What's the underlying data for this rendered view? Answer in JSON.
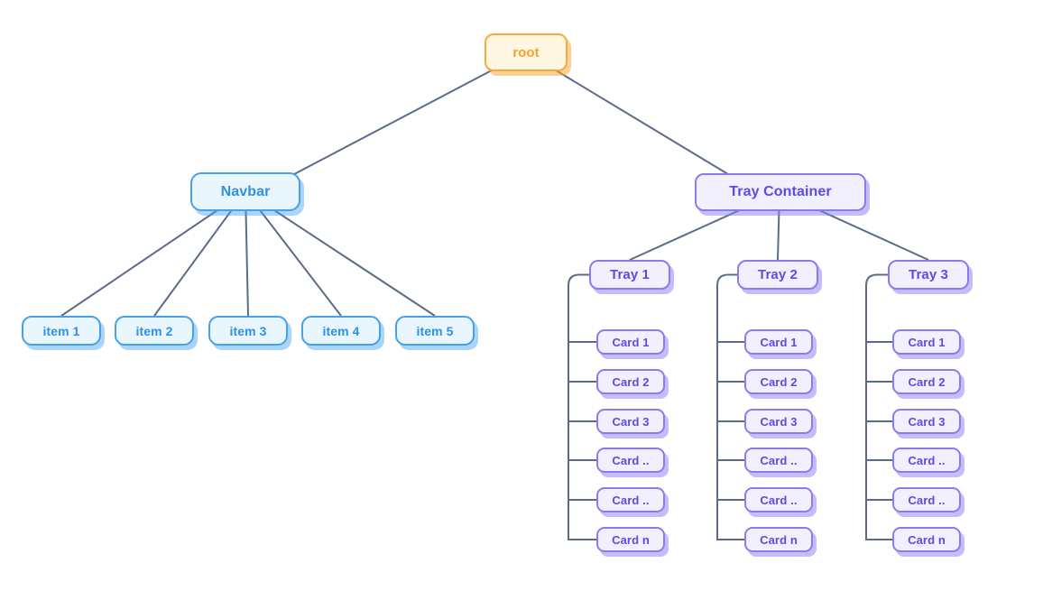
{
  "diagram": {
    "background_color": "#FFFFFF",
    "edge_color": "#5C6C88",
    "root": {
      "label": "root",
      "fill": "#FEF6E0",
      "border": "#F6AA3E",
      "text_color": "#F6A227"
    },
    "navbar": {
      "label": "Navbar",
      "fill": "#E9F6FE",
      "border": "#45A2EA",
      "text_color": "#2E90E7",
      "items": [
        {
          "label": "item 1"
        },
        {
          "label": "item 2"
        },
        {
          "label": "item 3"
        },
        {
          "label": "item 4"
        },
        {
          "label": "item 5"
        }
      ]
    },
    "tray_container": {
      "label": "Tray Container",
      "fill": "#F2F0FE",
      "border": "#8A7BF1",
      "text_color": "#5C4BE3",
      "trays": [
        {
          "label": "Tray 1",
          "cards": [
            {
              "label": "Card 1"
            },
            {
              "label": "Card 2"
            },
            {
              "label": "Card 3"
            },
            {
              "label": "Card .."
            },
            {
              "label": "Card .."
            },
            {
              "label": "Card n"
            }
          ]
        },
        {
          "label": "Tray 2",
          "cards": [
            {
              "label": "Card 1"
            },
            {
              "label": "Card 2"
            },
            {
              "label": "Card 3"
            },
            {
              "label": "Card .."
            },
            {
              "label": "Card .."
            },
            {
              "label": "Card n"
            }
          ]
        },
        {
          "label": "Tray 3",
          "cards": [
            {
              "label": "Card 1"
            },
            {
              "label": "Card 2"
            },
            {
              "label": "Card 3"
            },
            {
              "label": "Card .."
            },
            {
              "label": "Card .."
            },
            {
              "label": "Card n"
            }
          ]
        }
      ]
    }
  }
}
